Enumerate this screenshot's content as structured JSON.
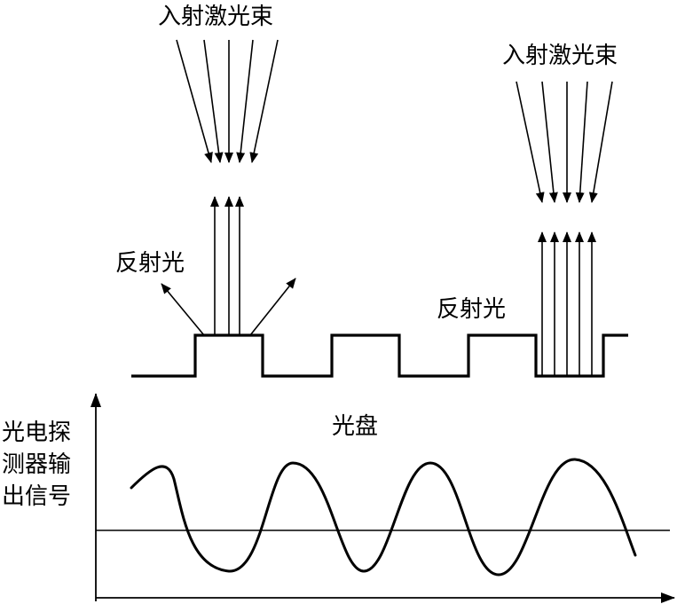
{
  "labels": {
    "incident_left": "入射激光束",
    "incident_right": "入射激光束",
    "reflected_left": "反射光",
    "reflected_right": "反射光",
    "disc": "光盘",
    "signal_axis": [
      "光电探",
      "测器输",
      "出信号"
    ]
  },
  "colors": {
    "ink": "#000000",
    "background": "#ffffff"
  }
}
